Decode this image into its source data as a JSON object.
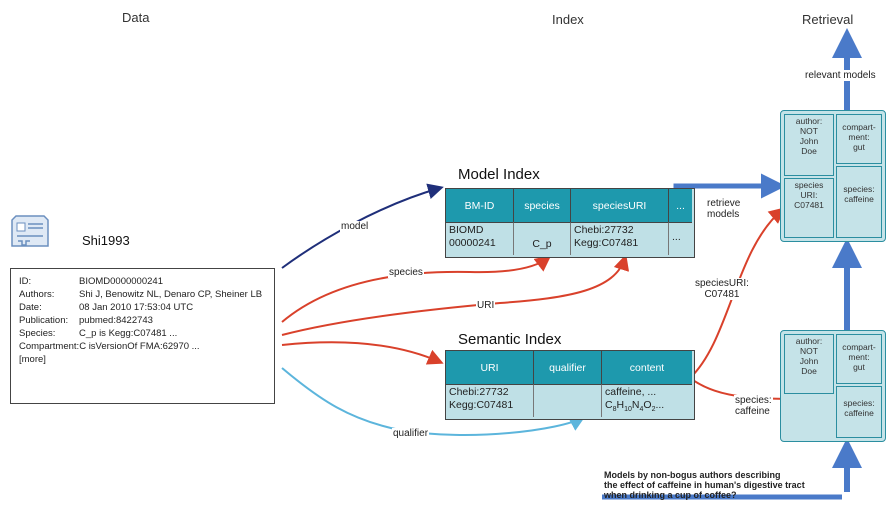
{
  "columns": {
    "data": "Data",
    "index": "Index",
    "retrieval": "Retrieval"
  },
  "model": {
    "name": "Shi1993",
    "record": [
      {
        "key": "ID:",
        "value": "BIOMD0000000241"
      },
      {
        "key": "Authors:",
        "value": "Shi J, Benowitz NL, Denaro CP, Sheiner LB"
      },
      {
        "key": "Date:",
        "value": "08 Jan 2010 17:53:04 UTC"
      },
      {
        "key": "Publication:",
        "value": "pubmed:8422743"
      },
      {
        "key": "Species:",
        "value": "C_p is Kegg:C07481 ..."
      },
      {
        "key": "Compartment:",
        "value": "C isVersionOf FMA:62970 ..."
      }
    ],
    "more": "[more]"
  },
  "model_index": {
    "title": "Model Index",
    "headers": [
      "BM-ID",
      "species",
      "speciesURI",
      "..."
    ],
    "row": [
      "BIOMD\n00000241",
      "C_p",
      "Chebi:27732\nKegg:C07481",
      "..."
    ]
  },
  "semantic_index": {
    "title": "Semantic Index",
    "headers": [
      "URI",
      "qualifier",
      "content"
    ],
    "row_uri": "Chebi:27732\nKegg:C07481",
    "row_qualifier": "",
    "row_content_1": "caffeine, ...",
    "row_content_2_prefix": "C",
    "formula_sub1": "8",
    "formula_h": "H",
    "formula_sub2": "10",
    "formula_n": "N",
    "formula_sub3": "4",
    "formula_o": "O",
    "formula_sub4": "2",
    "formula_suffix": "..."
  },
  "edges": {
    "model": "model",
    "species": "species",
    "uri": "URI",
    "qualifier": "qualifier",
    "retrieve_1": "retrieve",
    "retrieve_2": "models",
    "species_uri_1": "speciesURI:",
    "species_uri_2": "C07481",
    "species_caffeine_1": "species:",
    "species_caffeine_2": "caffeine",
    "relevant_models": "relevant models"
  },
  "puzzle_top": {
    "author": "author:\nNOT\nJohn\nDoe",
    "compartment": "compart-\nment:\ngut",
    "species_uri": "species\nURI:\nC07481",
    "species": "species:\ncaffeine"
  },
  "puzzle_bottom": {
    "author": "author:\nNOT\nJohn\nDoe",
    "compartment": "compart-\nment:\ngut",
    "species": "species:\ncaffeine"
  },
  "query": "Models by non-bogus authors describing\nthe effect of caffeine in human's digestive tract\nwhen drinking a cup of coffee?",
  "colors": {
    "navy": "#1f2f7a",
    "red": "#d9412b",
    "blue": "#4a7ac9",
    "lightblue": "#5cb5dc",
    "teal": "#1e99ad"
  }
}
